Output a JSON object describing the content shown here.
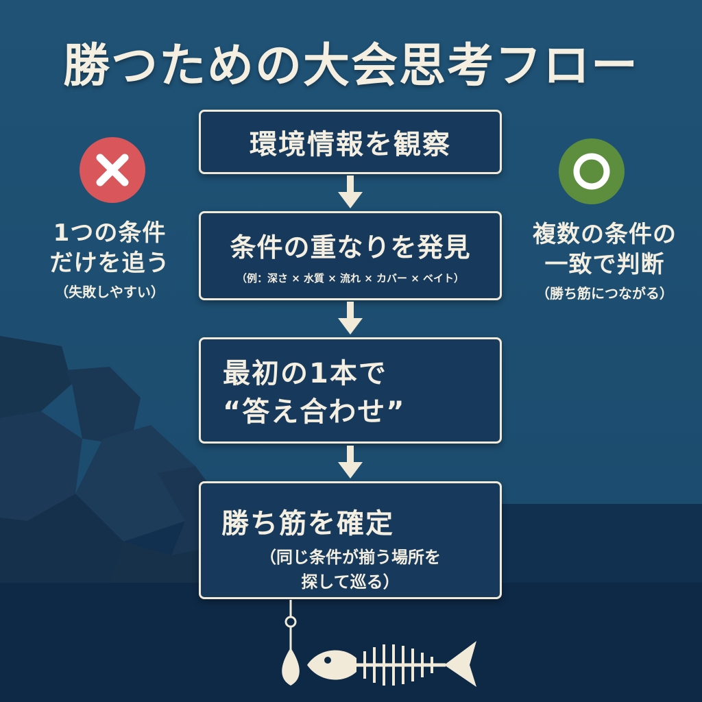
{
  "title": "勝つための大会思考フロー",
  "colors": {
    "background_top": "#1f5275",
    "background_bottom": "#0e2946",
    "box_fill": "#173a5c",
    "box_border": "#f1ead8",
    "text": "#f4efe1",
    "bad_mark": "#d9565a",
    "good_mark": "#5c8e3e"
  },
  "flow": {
    "step1": {
      "label": "環境情報を観察"
    },
    "step2": {
      "label": "条件の重なりを発見",
      "example": "（例：深さ × 水質 × 流れ × カバー × ベイト）"
    },
    "step3": {
      "line1": "最初の1本で",
      "line2": "“答え合わせ”"
    },
    "step4": {
      "label": "勝ち筋を確定",
      "note_line1": "（同じ条件が揃う場所を",
      "note_line2": "探して巡る）"
    }
  },
  "bad": {
    "icon": "cross-icon",
    "line1": "1つの条件",
    "line2": "だけを追う",
    "note": "（失敗しやすい）"
  },
  "good": {
    "icon": "circle-icon",
    "line1": "複数の条件の",
    "line2": "一致で判断",
    "note": "（勝ち筋につながる）"
  },
  "decor": {
    "icons": [
      "rocks-illustration",
      "fishing-lure-icon",
      "fish-skeleton-icon"
    ]
  }
}
